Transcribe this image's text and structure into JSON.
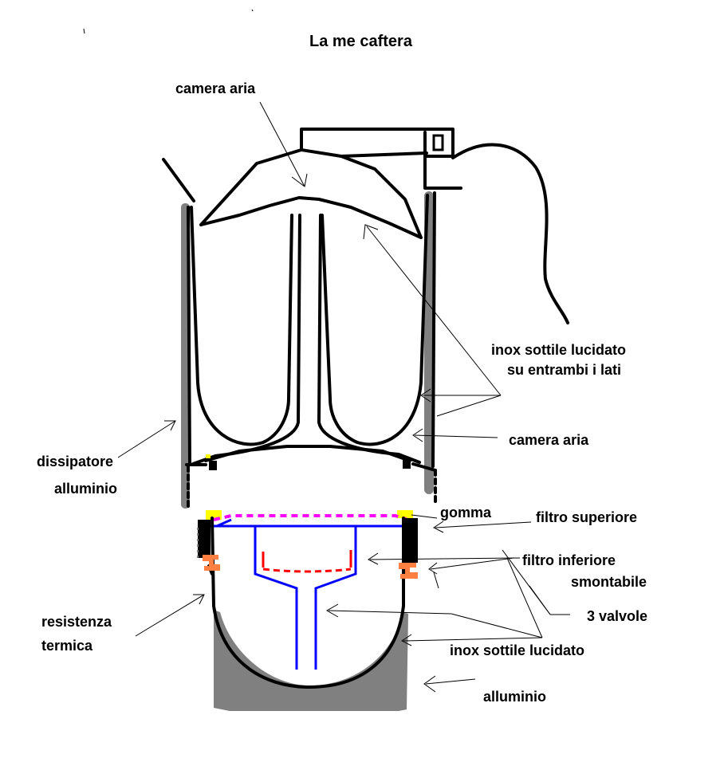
{
  "title": "La me caftera",
  "labels": {
    "camera_aria_top": "camera aria",
    "inox_lucidato_line1": "inox sottile lucidato",
    "inox_lucidato_line2": "su entrambi i lati",
    "camera_aria_right": "camera aria",
    "dissipatore_line1": "dissipatore",
    "dissipatore_line2": "alluminio",
    "gomma": "gomma",
    "filtro_superiore": "filtro superiore",
    "filtro_inferiore_line1": "filtro inferiore",
    "filtro_inferiore_line2": "smontabile",
    "tre_valvole": "3 valvole",
    "resistenza_line1": "resistenza",
    "resistenza_line2": "termica",
    "inox_sottile": "inox sottile lucidato",
    "alluminio": "alluminio"
  },
  "colors": {
    "outline": "#000000",
    "aluminium": "#808080",
    "rubber_gasket": "#ffff00",
    "upper_filter": "#ff00ff",
    "lower_filter": "#0000ff",
    "valves": "#ff8040",
    "filter_basket": "#ff0000"
  }
}
